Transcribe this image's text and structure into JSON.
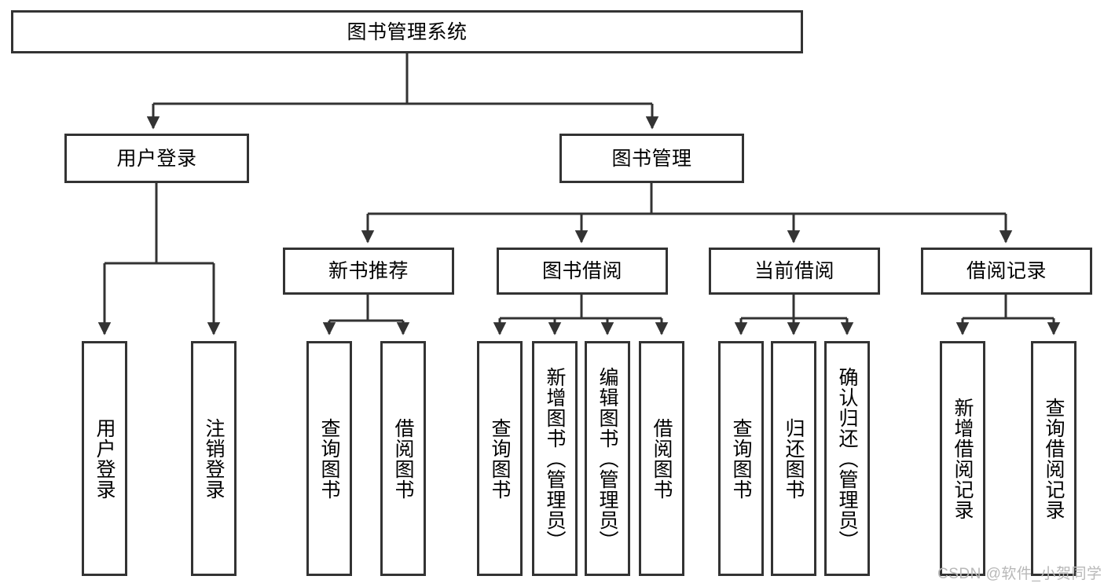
{
  "diagram": {
    "type": "tree-hierarchy",
    "title": "图书管理系统",
    "watermark": "CSDN @软件_小贺同学",
    "colors": {
      "stroke": "#333333",
      "fill": "#ffffff",
      "text": "#000000",
      "watermark": "#b8b8b8"
    },
    "nodes": {
      "root": {
        "label": "图书管理系统"
      },
      "level2": [
        {
          "label": "用户登录"
        },
        {
          "label": "图书管理"
        }
      ],
      "level3": [
        {
          "label": "新书推荐"
        },
        {
          "label": "图书借阅"
        },
        {
          "label": "当前借阅"
        },
        {
          "label": "借阅记录"
        }
      ],
      "leaves_user_login": [
        {
          "label": "用户登录"
        },
        {
          "label": "注销登录"
        }
      ],
      "leaves_new_book": [
        {
          "label": "查询图书"
        },
        {
          "label": "借阅图书"
        }
      ],
      "leaves_borrow": [
        {
          "label": "查询图书"
        },
        {
          "label": "新增图书（管理员）"
        },
        {
          "label": "编辑图书（管理员）"
        },
        {
          "label": "借阅图书"
        }
      ],
      "leaves_current": [
        {
          "label": "查询图书"
        },
        {
          "label": "归还图书"
        },
        {
          "label": "确认归还（管理员）"
        }
      ],
      "leaves_records": [
        {
          "label": "新增借阅记录"
        },
        {
          "label": "查询借阅记录"
        }
      ]
    }
  }
}
